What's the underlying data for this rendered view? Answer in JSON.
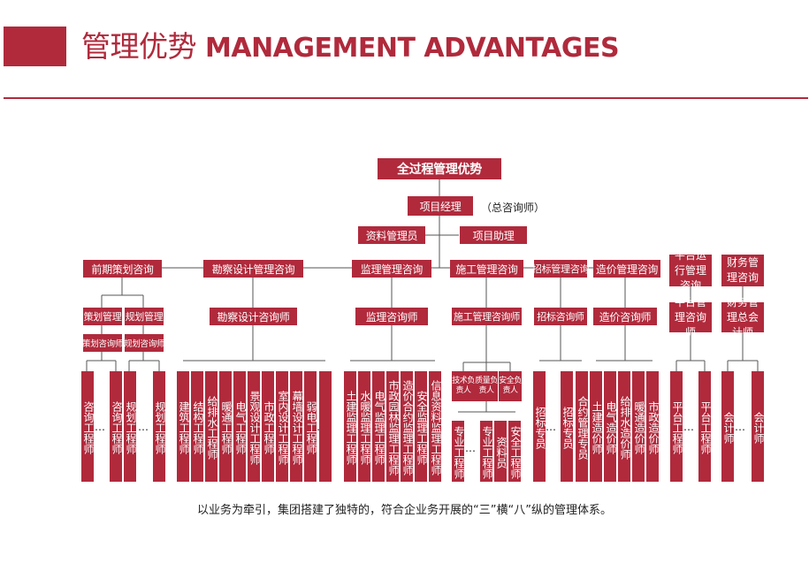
{
  "header": {
    "title_cn": "管理优势",
    "title_en": "MANAGEMENT ADVANTAGES"
  },
  "root": "全过程管理优势",
  "pm": "项目经理",
  "pm_note": "（总咨询师）",
  "asst_left": "资料管理员",
  "asst_right": "项目助理",
  "depts": {
    "d1": "前期策划咨询",
    "d2": "勘察设计管理咨询",
    "d3": "监理管理咨询",
    "d4": "施工管理咨询",
    "d5": "招标管理咨询",
    "d6": "造价管理咨询",
    "d7": "平台运行管理咨询",
    "d8": "财务管理咨询"
  },
  "subs": {
    "d1a": "策划管理",
    "d1b": "规划管理",
    "d1a2": "策划咨询师",
    "d1b2": "规划咨询师",
    "d2": "勘察设计咨询师",
    "d3": "监理咨询师",
    "d4": "施工管理咨询师",
    "d5": "招标咨询师",
    "d6": "造价咨询师",
    "d7": "平台管理咨询师",
    "d8": "财务管理总会计师"
  },
  "d4_small": [
    "技术负责人",
    "质量负责人",
    "安全负责人"
  ],
  "leaves": {
    "g1": [
      "咨询工程师",
      "咨询工程师",
      "规划工程师",
      "规划工程师"
    ],
    "g2": [
      "建筑工程师",
      "结构工程师",
      "给排水工程师",
      "暖通工程师",
      "电气工程师",
      "景观设计工程师",
      "市政工程师",
      "室内设计工程师",
      "幕墙设计工程师",
      "弱电工程师"
    ],
    "g3": [
      "土建监理工程师",
      "水暖监理工程师",
      "电气监理工程师",
      "市政园林监理工程师",
      "造价合约监理工程师",
      "安全监理工程师",
      "信息资料监理工程师"
    ],
    "g4": [
      "专业工程师",
      "专业工程师",
      "资料员",
      "安全工程师"
    ],
    "g5": [
      "招标专员",
      "招标专员",
      "合约管理专员"
    ],
    "g6": [
      "土建造价师",
      "电气造价师",
      "给排水造价师",
      "暖通造价师",
      "市政造价师"
    ],
    "g7": [
      "平台工程师",
      "平台工程师"
    ],
    "g8": [
      "会计师",
      "会计师"
    ]
  },
  "ellipsis": "…",
  "caption": "以业务为牵引，集团搭建了独特的，符合企业务开展的“三”横“八”纵的管理体系。"
}
